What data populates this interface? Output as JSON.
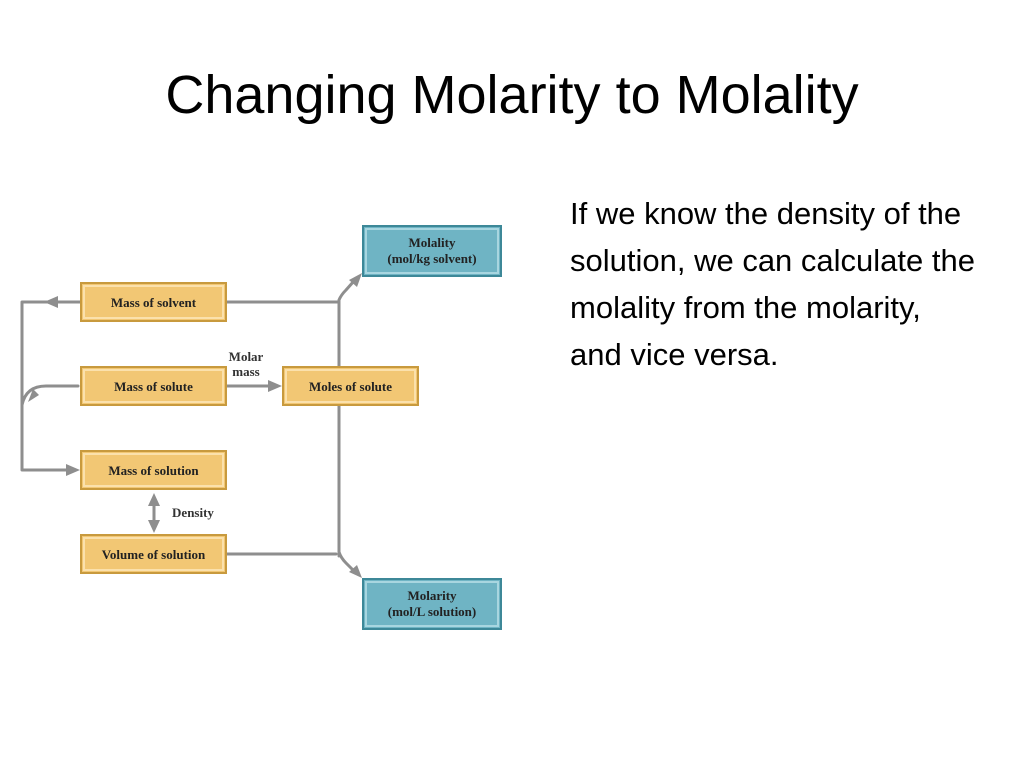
{
  "slide": {
    "title": "Changing Molarity to Molality",
    "body": "If we know the density of the solution, we can calculate the molality from the molarity, and vice versa."
  },
  "diagram": {
    "boxes": {
      "mass_of_solvent": "Mass of solvent",
      "mass_of_solute": "Mass of solute",
      "moles_of_solute": "Moles of solute",
      "mass_of_solution": "Mass of solution",
      "volume_of_solution": "Volume of solution",
      "molality_line1": "Molality",
      "molality_line2": "(mol/kg solvent)",
      "molarity_line1": "Molarity",
      "molarity_line2": "(mol/L solution)"
    },
    "edge_labels": {
      "molar_line1": "Molar",
      "molar_line2": "mass",
      "density": "Density"
    },
    "colors": {
      "tan_box": "#f2c774",
      "teal_box": "#6fb4c4",
      "arrow": "#8e8e8e"
    }
  }
}
